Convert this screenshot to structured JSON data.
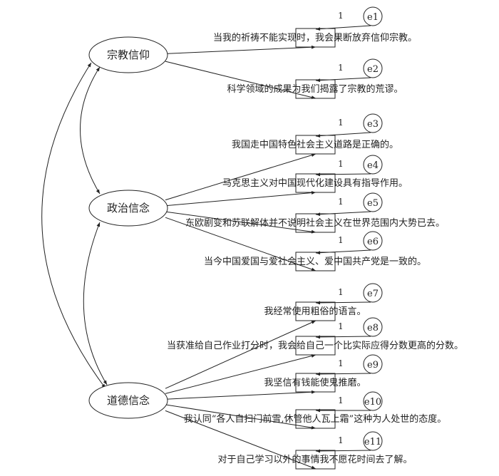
{
  "latents": [
    {
      "id": "religion",
      "label": "宗教信仰"
    },
    {
      "id": "politics",
      "label": "政治信念"
    },
    {
      "id": "morality",
      "label": "道德信念"
    }
  ],
  "indicators": [
    {
      "error": "e1",
      "loading_label": "1",
      "text": "当我的祈祷不能实现时，我会果断放弃信仰宗教。",
      "latent": "religion"
    },
    {
      "error": "e2",
      "loading_label": "1",
      "text": "科学领域的成果为我们揭露了宗教的荒谬。",
      "latent": "religion"
    },
    {
      "error": "e3",
      "loading_label": "1",
      "text": "我国走中国特色社会主义道路是正确的。",
      "latent": "politics"
    },
    {
      "error": "e4",
      "loading_label": "1",
      "text": "马克思主义对中国现代化建设具有指导作用。",
      "latent": "politics"
    },
    {
      "error": "e5",
      "loading_label": "1",
      "text": "东欧剧变和苏联解体并不说明社会主义在世界范围内大势已去。",
      "latent": "politics"
    },
    {
      "error": "e6",
      "loading_label": "1",
      "text": "当今中国爱国与爱社会主义、爱中国共产党是一致的。",
      "latent": "politics"
    },
    {
      "error": "e7",
      "loading_label": "1",
      "text": "我经常使用粗俗的语言。",
      "latent": "morality"
    },
    {
      "error": "e8",
      "loading_label": "1",
      "text": "当获准给自己作业打分时，我会给自己一个比实际应得分数更高的分数。",
      "latent": "morality"
    },
    {
      "error": "e9",
      "loading_label": "1",
      "text": "我坚信有钱能使鬼推磨。",
      "latent": "morality"
    },
    {
      "error": "e10",
      "loading_label": "1",
      "text": "我认同“各人自扫门前雪,休管他人瓦上霜”这种为人处世的态度。",
      "latent": "morality"
    },
    {
      "error": "e11",
      "loading_label": "1",
      "text": "对于自己学习以外的事情我不愿花时间去了解。",
      "latent": "morality"
    }
  ]
}
